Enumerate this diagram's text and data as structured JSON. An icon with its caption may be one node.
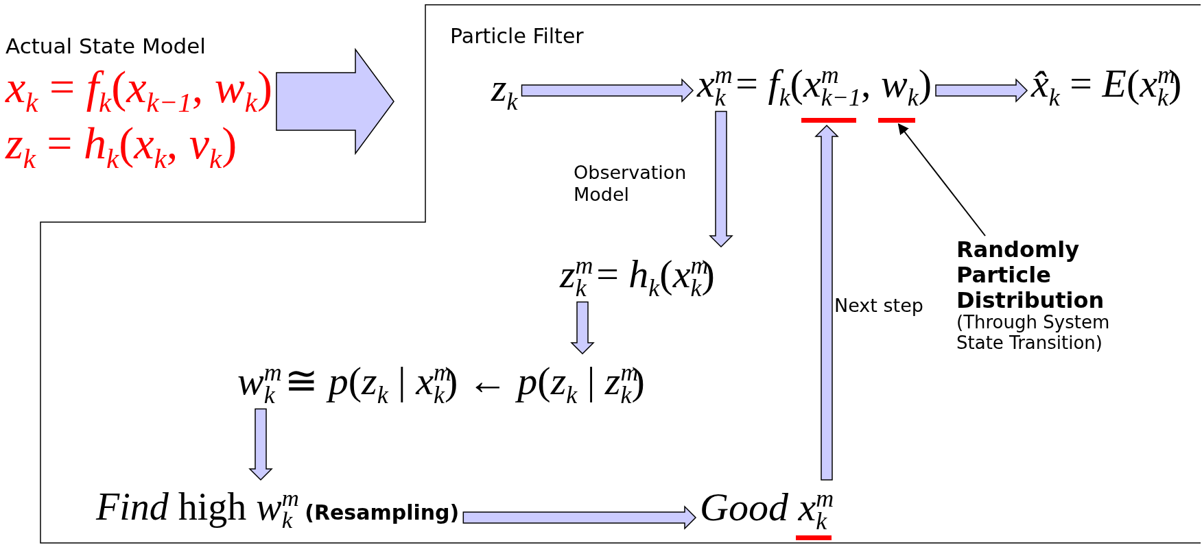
{
  "diagram": {
    "nodes": [
      {
        "text": [
          "Actual State Model",
          "*x*$_{k}$ = *f*$_{k}$(*x*$_{k−1}$, *w*$_{k}$)",
          "*z*$_{k}$ = *h*$_{k}$(*x*$_{k}$, *v*$_{k}$)"
        ]
      },
      {
        "text": [
          "Particle Filter"
        ]
      },
      {
        "text": [
          "*z*$_{k}$"
        ],
        "in": 1
      },
      {
        "text": [
          "*x*$^{m}$$_{k}$ = *f*$_{k}$(*x*$^{m}$$_{k−1}$, *w*$_{k}$)"
        ],
        "in": 1
      },
      {
        "text": [],
        "shape": "bar",
        "in": 1
      },
      {
        "text": [],
        "shape": "bar",
        "in": 1
      },
      {
        "text": [
          "*x̂*$_{k}$ = *E*(*x*$^{m}$$_{k}$)"
        ],
        "in": 1
      },
      {
        "text": [
          "Randomly Particle Distribution",
          "(Through System State Transition)"
        ],
        "in": 1
      },
      {
        "text": [
          "*z*$^{m}$$_{k}$ = *h*$_{k}$(*x*$^{m}$$_{k}$)"
        ],
        "in": 1
      },
      {
        "text": [
          "*w*$^{m}$$_{k}$ ≅ *p*(*z*$_{k}$ | *x*$^{m}$$_{k}$) ← *p*(*z*$_{k}$ | *z*$^{m}$$_{k}$)"
        ],
        "in": 1
      },
      {
        "text": [
          "*Find* high *w*$^{m}$$_{k}$",
          "(Resampling)"
        ],
        "in": 1
      },
      {
        "text": [
          "*Good x*$^{m}$$_{k}$"
        ],
        "in": 1
      },
      {
        "text": [],
        "shape": "bar",
        "in": 1
      }
    ],
    "edges": [
      {
        "from": 0,
        "to": 1,
        "arrow": "to",
        "style": "thick"
      },
      {
        "from": 2,
        "to": 3,
        "arrow": "to",
        "style": "thick"
      },
      {
        "from": 3,
        "to": 6,
        "arrow": "to",
        "style": "thick"
      },
      {
        "from": 3,
        "to": 8,
        "arrow": "to",
        "style": "thick",
        "label": "Observation Model"
      },
      {
        "from": 8,
        "to": 9,
        "arrow": "to",
        "style": "thick"
      },
      {
        "from": 9,
        "to": 10,
        "arrow": "to",
        "style": "thick"
      },
      {
        "from": 10,
        "to": 11,
        "arrow": "to",
        "style": "thick"
      },
      {
        "from": 11,
        "to": 4,
        "arrow": "to",
        "style": "thick",
        "label": "Next step"
      },
      {
        "from": 7,
        "to": 5,
        "arrow": "to",
        "color": "#000000"
      }
    ]
  }
}
